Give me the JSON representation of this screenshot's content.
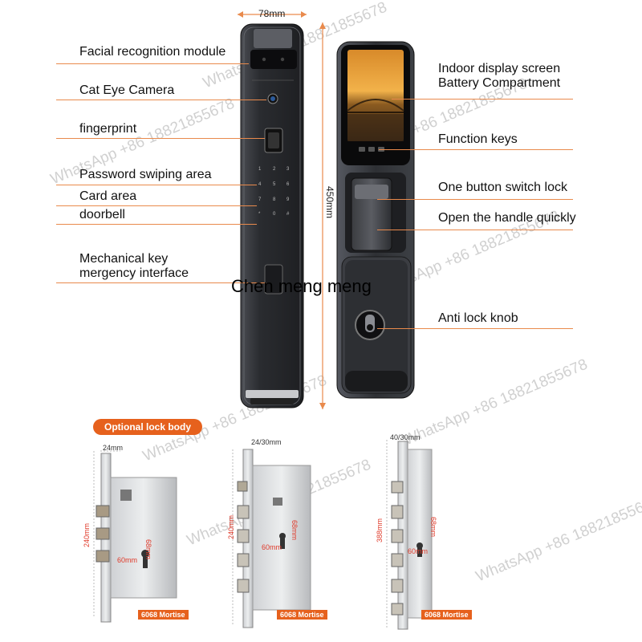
{
  "top": {
    "width_dim": "78mm",
    "height_dim": "450mm"
  },
  "labels_left": {
    "facial": "Facial recognition module",
    "cat_eye": "Cat Eye Camera",
    "fingerprint": "fingerprint",
    "password": "Password swiping area",
    "card": "Card area",
    "doorbell": "doorbell",
    "mech1": "Mechanical key",
    "mech2": "mergency interface"
  },
  "labels_right": {
    "display1": "Indoor display screen",
    "display2": "Battery Compartment",
    "function": "Function keys",
    "switch": "One button switch lock",
    "handle": "Open the handle quickly",
    "knob": "Anti lock knob"
  },
  "center_text": "Chen meng meng",
  "watermark": "WhatsApp +86 18821855678",
  "bottom": {
    "badge": "Optional lock body",
    "mortise_label": "6068 Mortise",
    "m1": {
      "top": "24mm",
      "side": "240mm",
      "v": "68mm",
      "h": "60mm"
    },
    "m2": {
      "top": "24/30mm",
      "side": "240mm",
      "v": "68mm",
      "h": "60mm"
    },
    "m3": {
      "top": "40/30mm",
      "side": "388mm",
      "v": "68mm",
      "h": "60mm"
    }
  },
  "colors": {
    "accent": "#e6611d",
    "leader": "#e98a4c",
    "dim_red": "#e03a2a",
    "lock_body": "#2b2d31"
  }
}
